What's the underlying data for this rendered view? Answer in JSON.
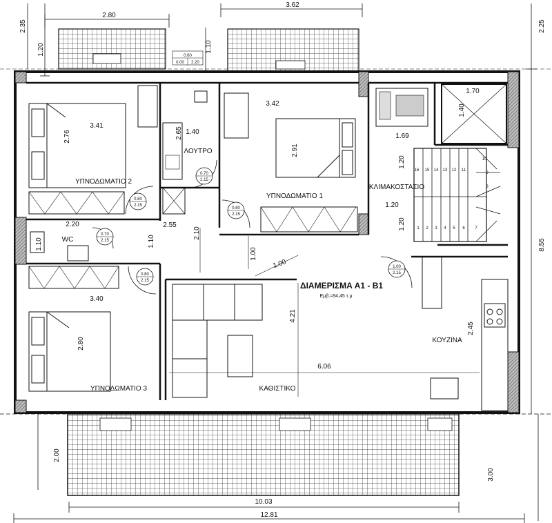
{
  "plan": {
    "apartment_title": "ΔΙΑΜΕΡΙΣΜΑ Α1 - Β1",
    "area_label": "Εμβ.=94,45 τ.μ",
    "rooms": {
      "bedroom_1": "ΥΠΝΟΔΩΜΑΤΙΟ 1",
      "bedroom_2": "ΥΠΝΟΔΩΜΑΤΙΟ 2",
      "bedroom_3": "ΥΠΝΟΔΩΜΑΤΙΟ 3",
      "bathroom": "ΛΟΥΤΡΟ",
      "wc": "WC",
      "living": "ΚΑΘΙΣΤΙΚΟ",
      "kitchen": "ΚΟΥΖΙΝΑ",
      "staircase": "ΚΛΙΜΑΚΟΣΤΑΣΙΟ"
    },
    "dimensions": {
      "top_left_width": "2.80",
      "top_mid_width": "3.62",
      "left_top_height": "2.35",
      "left_balcony_height": "1.20",
      "mid_balcony_height": "1.10",
      "right_top_height": "2.25",
      "bed2_width": "3.41",
      "bed2_height": "2.76",
      "bath_height": "2.65",
      "bath_width": "1.40",
      "bed1_width": "3.42",
      "bed1_height": "2.91",
      "lift_width": "1.70",
      "lift_height": "1.40",
      "lift_lower_width": "1.69",
      "stair_upper": "1.20",
      "stair_mid": "1.20",
      "stair_lower": "1.20",
      "hall_width_1": "2.20",
      "hall_width_2": "2.55",
      "wc_height": "1.10",
      "hall_height_1": "1.10",
      "hall_height_2": "2.10",
      "corridor_1": "1.00",
      "corridor_2": "1.00",
      "bed3_width": "3.40",
      "bed3_height": "2.80",
      "living_height": "4.21",
      "living_width": "6.06",
      "kitchen_height": "2.45",
      "right_total_height": "8.55",
      "terrace_height": "2.00",
      "terrace_right": "3.00",
      "terrace_width": "10.03",
      "total_width": "12.81"
    },
    "door_tags": [
      {
        "id": "door-bed2",
        "top": "0.80",
        "bottom": "2.15"
      },
      {
        "id": "door-bath",
        "top": "0.70",
        "bottom": "2.15"
      },
      {
        "id": "door-bed1",
        "top": "0.80",
        "bottom": "2.15"
      },
      {
        "id": "door-wc",
        "top": "0.70",
        "bottom": "2.15"
      },
      {
        "id": "door-bed3",
        "top": "0.80",
        "bottom": "2.15"
      },
      {
        "id": "door-entry",
        "top": "1.00",
        "bottom": "2.15"
      }
    ],
    "window_tag": {
      "top": "0.60",
      "bottom_left": "0.00",
      "bottom_right": "2.20"
    },
    "stair_numbers": [
      "1",
      "2",
      "3",
      "4",
      "5",
      "6",
      "7",
      "8",
      "9",
      "10",
      "11",
      "12",
      "13",
      "14",
      "15",
      "16"
    ]
  }
}
